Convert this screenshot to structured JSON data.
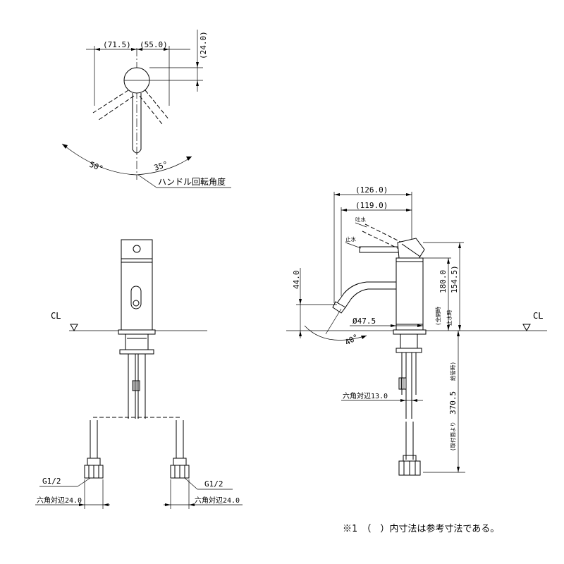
{
  "top_view": {
    "dim_left": "(71.5)",
    "dim_right": "(55.0)",
    "dim_vertical": "(24.0)",
    "angle_left": "50°",
    "angle_right": "35°",
    "caption": "ハンドル回転角度"
  },
  "front_view": {
    "centerline_label": "CL",
    "left_thread": "G1/2",
    "right_thread": "G1/2",
    "left_hex": "六角対辺24.0",
    "right_hex": "六角対辺24.0"
  },
  "side_view": {
    "dim_overall_width": "(126.0)",
    "dim_width": "(119.0)",
    "label_spout_water": "吐水",
    "label_stop_water": "止水",
    "dim_spout_height": "44.0",
    "dim_diameter": "Ø47.5",
    "angle_spout": "40°",
    "dim_full_open": "180.0",
    "label_full_open": "(全開時",
    "dim_stop": "154.5)",
    "label_stop": "止水時",
    "centerline_label": "CL",
    "hex_nut": "六角対辺13.0",
    "dim_hose_length": "370.5",
    "label_hose_prefix": "(取付面より",
    "label_hose_suffix": "給管時)"
  },
  "footnote": "※1　（　）内寸法は参考寸法である。"
}
